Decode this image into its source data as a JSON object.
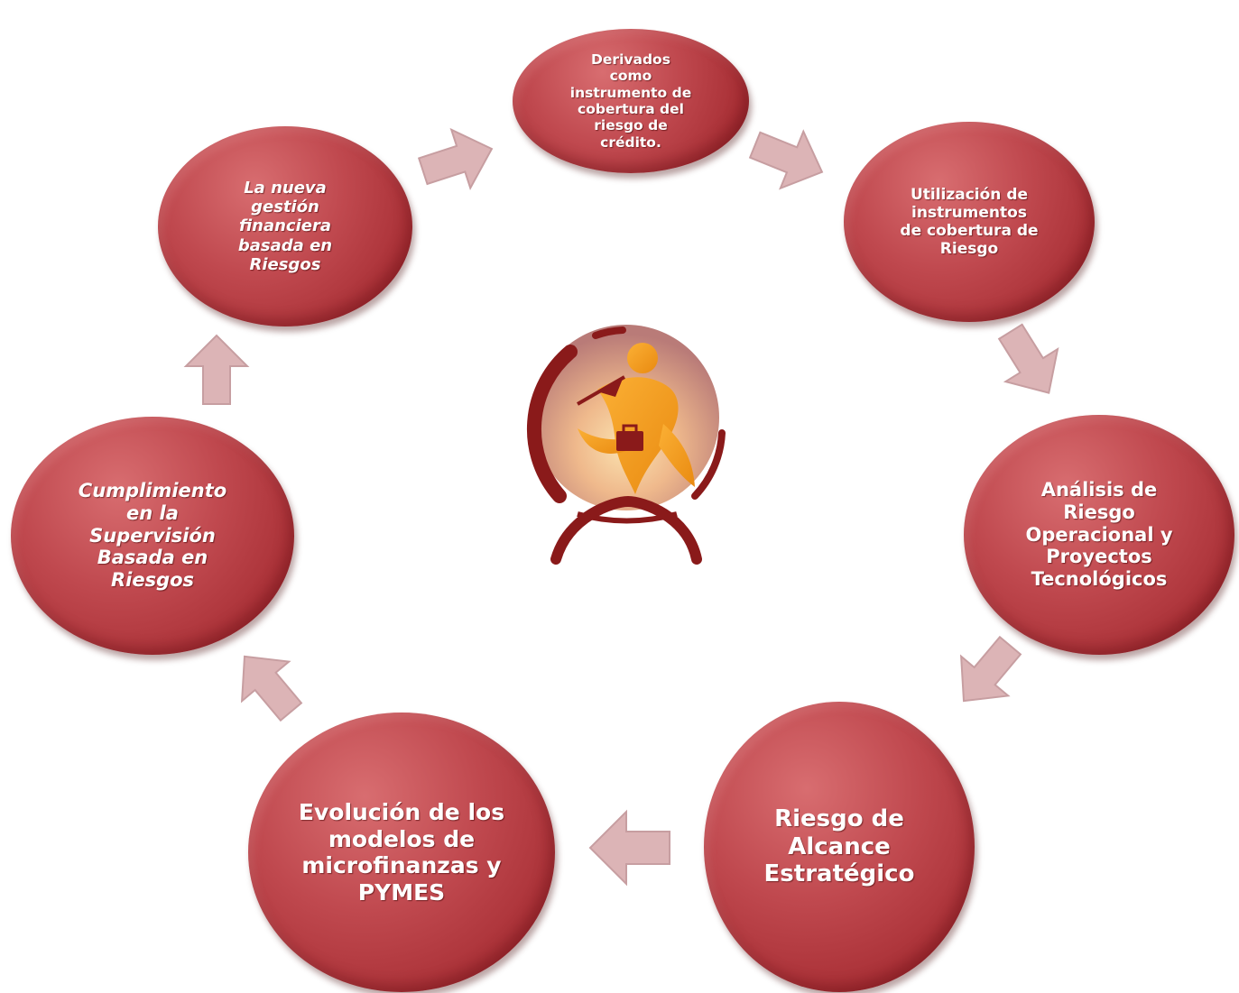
{
  "nodes": [
    {
      "key": "derivados",
      "text": "Derivados\ncomo\ninstrumento de\ncobertura del\nriesgo de\ncrédito."
    },
    {
      "key": "utilizacion",
      "text": "Utilización de\ninstrumentos\nde cobertura de\nRiesgo"
    },
    {
      "key": "analisis",
      "text": "Análisis de\nRiesgo\nOperacional y\nProyectos\nTecnológicos"
    },
    {
      "key": "alcance",
      "text": "Riesgo de\nAlcance\nEstratégico"
    },
    {
      "key": "evolucion",
      "text": "Evolución de los\nmodelos de\nmicrofinanzas y\nPYMES"
    },
    {
      "key": "cumplimiento",
      "text": "Cumplimiento\nen la\nSupervisión\nBasada en\nRiesgos"
    },
    {
      "key": "gestion",
      "text": "La nueva\ngestión\nfinanciera\nbasada en\nRiesgos"
    }
  ],
  "center_icon": "businessman-with-briefcase-globe-icon",
  "colors": {
    "node_fill": "#b83c42",
    "arrow_fill": "#dcb4b6",
    "arrow_stroke": "#c79ea1",
    "logo_ring": "#8a1a1a",
    "logo_figure": "#f0a020"
  }
}
